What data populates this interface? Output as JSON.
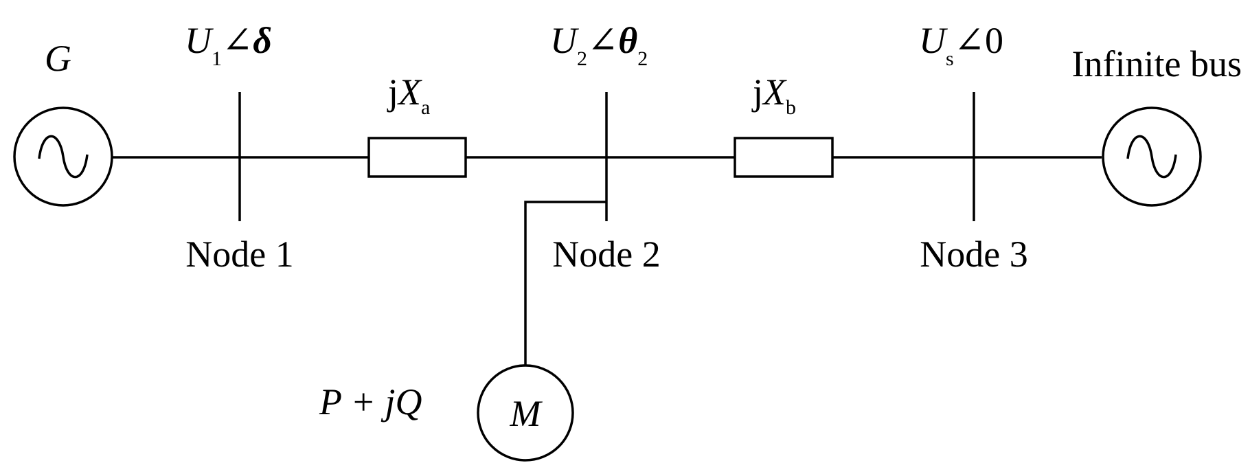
{
  "generator": {
    "symbol": "G",
    "node1_voltage": {
      "var": "U",
      "sub": "1",
      "angle_sign": "∠",
      "angle": "δ"
    }
  },
  "line_a": {
    "j": "j",
    "var": "X",
    "sub": "a"
  },
  "node2_voltage": {
    "var": "U",
    "sub": "2",
    "angle_sign": "∠",
    "angle": "θ",
    "angle_sub": "2"
  },
  "line_b": {
    "j": "j",
    "var": "X",
    "sub": "b"
  },
  "infinite_bus": {
    "voltage": {
      "var": "U",
      "sub": "s",
      "angle_sign": "∠",
      "angle": "0"
    },
    "label": "Infinite bus"
  },
  "nodes": [
    "Node 1",
    "Node 2",
    "Node 3"
  ],
  "motor": {
    "symbol": "M",
    "load": "P + jQ"
  },
  "colors": {
    "stroke": "#000000",
    "background": "#ffffff"
  }
}
